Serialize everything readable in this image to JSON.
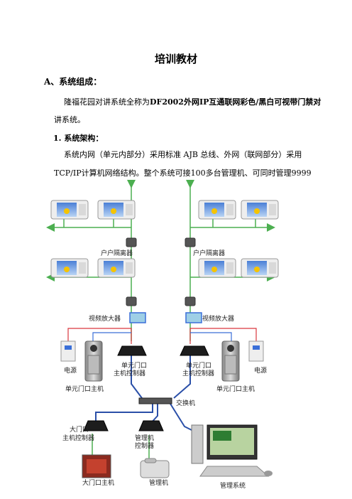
{
  "doc": {
    "title": "培训教材",
    "section_a": "A、系统组成：",
    "intro_line1_pre": "隆福花园对讲系统全称为",
    "intro_line1_bold": "DF2002外网IP互通联网彩色/黑白可视带门禁对",
    "intro_line2": "讲系统。",
    "sub1": "1.  系统架构：",
    "arch_line1": "系统内网（单元内部分）采用标准 AJB 总线、外网（联网部分）采用",
    "arch_line2": "TCP/IP计算机网络结构。整个系统可接100多台管理机、可同时管理9999"
  },
  "diagram": {
    "labels": {
      "isolator_left": "户户隔离器",
      "isolator_right": "户户隔离器",
      "amp_left": "视频放大器",
      "amp_right": "视频放大器",
      "power_left": "电源",
      "power_right": "电源",
      "unit_ctrl_left_1": "单元门口",
      "unit_ctrl_left_2": "主机控制器",
      "unit_ctrl_right_1": "单元门口",
      "unit_ctrl_right_2": "主机控制器",
      "unit_host_left": "单元门口主机",
      "unit_host_right": "单元门口主机",
      "switch": "交换机",
      "gate_ctrl_1": "大门口",
      "gate_ctrl_2": "主机控制器",
      "mgmt_ctrl_1": "管理机",
      "mgmt_ctrl_2": "控制器",
      "gate_host": "大门口主机",
      "mgmt_machine": "管理机",
      "mgmt_system": "管理系统"
    },
    "colors": {
      "bus": "#4caf50",
      "red": "#d9363e",
      "blue": "#3a6fd8",
      "network": "#2a4fa8"
    }
  }
}
